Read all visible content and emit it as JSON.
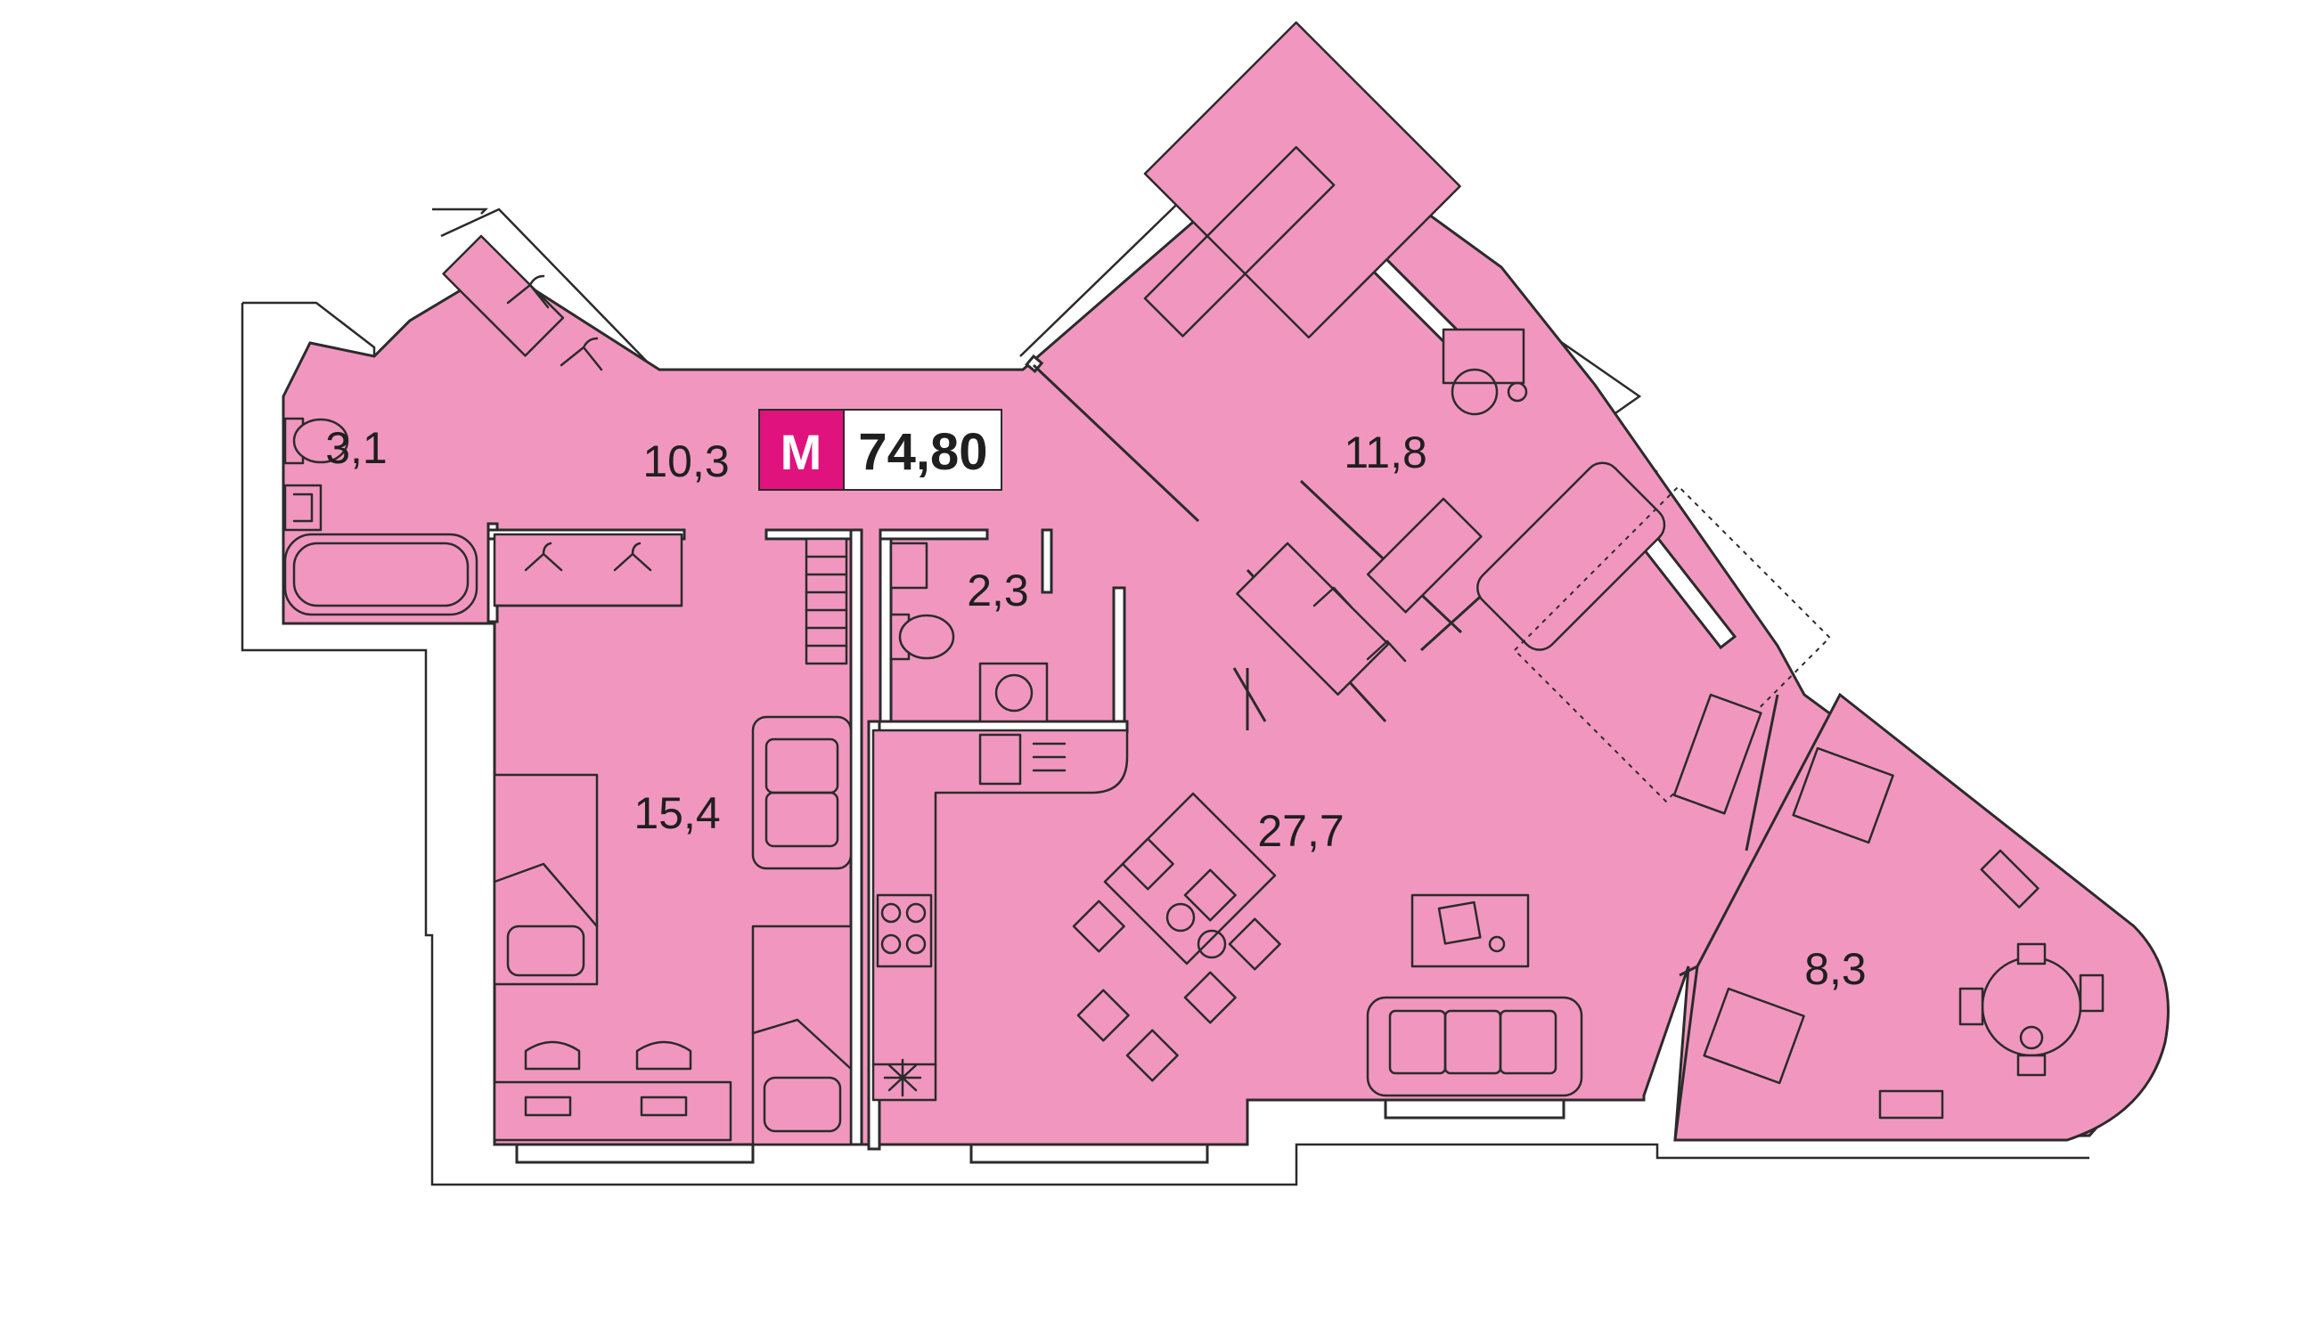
{
  "badge": {
    "letter": "M",
    "total_area": "74,80",
    "accent": "#e0127e"
  },
  "colors": {
    "room": "#f197bf",
    "line": "#2b2b2b",
    "outside": "#ffffff"
  },
  "rooms": [
    {
      "id": "bathroom",
      "area": "3,1"
    },
    {
      "id": "hall",
      "area": "10,3"
    },
    {
      "id": "wc",
      "area": "2,3"
    },
    {
      "id": "bedroom",
      "area": "11,8"
    },
    {
      "id": "kids-room",
      "area": "15,4"
    },
    {
      "id": "living-kitchen",
      "area": "27,7"
    },
    {
      "id": "loggia",
      "area": "8,3"
    }
  ],
  "icons": [
    "hanger-icon",
    "toilet-icon",
    "sink-icon",
    "bathtub-icon",
    "washing-machine-icon",
    "stove-icon",
    "fridge-icon",
    "bed-icon",
    "sofa-icon",
    "tv-icon",
    "armchair-icon",
    "dining-table-icon",
    "desk-icon",
    "snowflake-icon"
  ]
}
